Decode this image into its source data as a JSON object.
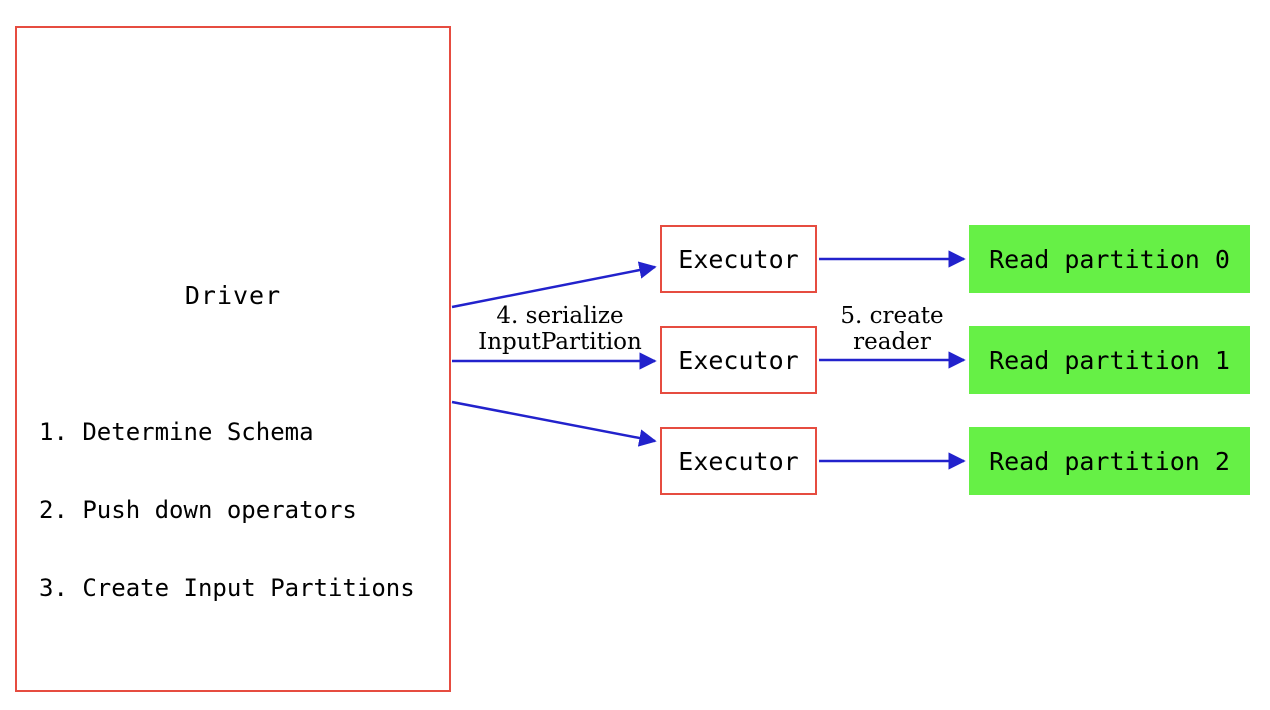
{
  "colors": {
    "box_border_red": "#e64c40",
    "arrow_blue": "#2222cc",
    "partition_green": "#66f046",
    "text_black": "#000000",
    "background_white": "#ffffff"
  },
  "driver": {
    "title": "Driver",
    "steps": [
      "1. Determine Schema",
      "2. Push down operators",
      "3. Create Input Partitions"
    ]
  },
  "executors": [
    {
      "label": "Executor"
    },
    {
      "label": "Executor"
    },
    {
      "label": "Executor"
    }
  ],
  "partitions": [
    {
      "label": "Read partition 0"
    },
    {
      "label": "Read partition 1"
    },
    {
      "label": "Read partition 2"
    }
  ],
  "edge_labels": {
    "serialize_line1": "4. serialize",
    "serialize_line2": "InputPartition",
    "create_line1": "5. create",
    "create_line2": "reader"
  }
}
